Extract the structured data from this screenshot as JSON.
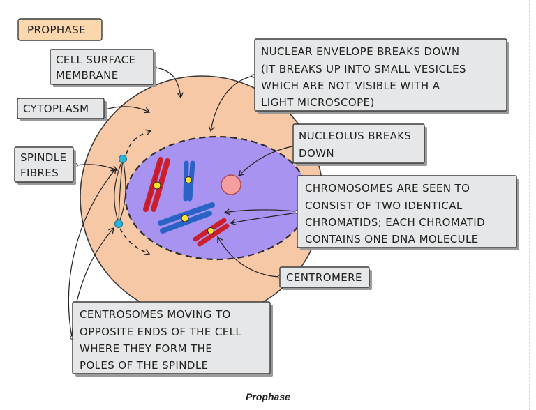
{
  "title": "PROPHASE",
  "caption": "Prophase",
  "labels": {
    "cell_surface_membrane": [
      "CELL SURFACE",
      "MEMBRANE"
    ],
    "cytoplasm": [
      "CYTOPLASM"
    ],
    "spindle_fibres": [
      "SPINDLE",
      "FIBRES"
    ],
    "nuclear_envelope": [
      "NUCLEAR ENVELOPE BREAKS DOWN",
      "(IT BREAKS UP INTO SMALL VESICLES",
      "WHICH ARE NOT VISIBLE WITH A",
      "LIGHT MICROSCOPE)"
    ],
    "nucleolus": [
      "NUCLEOLUS BREAKS",
      "DOWN"
    ],
    "chromosomes": [
      "CHROMOSOMES ARE SEEN TO",
      "CONSIST OF TWO IDENTICAL",
      "CHROMATIDS; EACH CHROMATID",
      "CONTAINS ONE DNA MOLECULE"
    ],
    "centromere": [
      "CENTROMERE"
    ],
    "centrosomes": [
      "CENTROSOMES MOVING TO",
      "OPPOSITE ENDS OF THE CELL",
      "WHERE THEY FORM THE",
      "POLES OF THE SPINDLE"
    ]
  },
  "colors": {
    "cytoplasm": "#f6c8a6",
    "nucleus": "#a993f0",
    "nucleolus": "#f59ea0",
    "chromosome_red": "#cc1f2e",
    "chromosome_blue": "#2a63c6",
    "centromere": "#ffe32c",
    "centrosome": "#29b5dd",
    "title_box": "#fbd7ae",
    "label_box": "#e6e7e8"
  }
}
